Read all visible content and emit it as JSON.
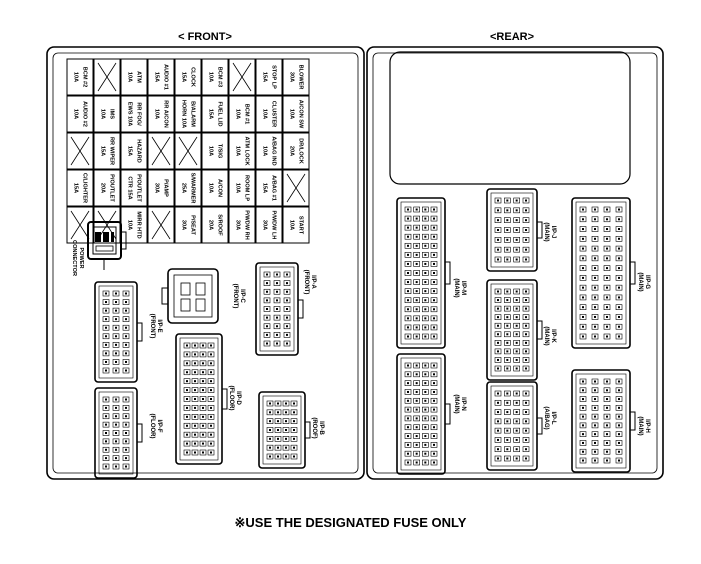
{
  "headers": {
    "front": "< FRONT>",
    "rear": "<REAR>"
  },
  "note": "※USE THE DESIGNATED FUSE ONLY",
  "power_connector": [
    "POWER",
    "CONNECTOR"
  ],
  "fuse_grid": [
    [
      [
        "BLOWER",
        "30A"
      ],
      [
        "STOP LP",
        "15A"
      ],
      null,
      [
        "BCM #3",
        "10A"
      ],
      [
        "CLOCK",
        "15A"
      ],
      [
        "AUDIO #1",
        "15A"
      ],
      [
        "ATM",
        "10A"
      ],
      null,
      [
        "BCM #2",
        "10A"
      ]
    ],
    [
      [
        "A/CON SW",
        "10A"
      ],
      [
        "CLUSTER",
        "10A"
      ],
      [
        "BCM #1",
        "10A"
      ],
      [
        "FUEL LID",
        "15A"
      ],
      [
        "B/ALARM",
        "HORN 10A"
      ],
      [
        "RR A/CON",
        "10A"
      ],
      [
        "RR FOG/",
        "EWS 10A"
      ],
      [
        "IMS",
        "10A"
      ],
      [
        "AUDIO #2",
        "10A"
      ]
    ],
    [
      [
        "DR/LOCK",
        "20A"
      ],
      [
        "A/BAG IND",
        "10A"
      ],
      [
        "ATM LOCK",
        "10A"
      ],
      [
        "T/SIG",
        "10A"
      ],
      null,
      null,
      [
        "HAZARD",
        "15A"
      ],
      [
        "RR WIPER",
        "15A"
      ],
      null
    ],
    [
      null,
      [
        "A/BAG #1",
        "15A"
      ],
      [
        "ROOM LP",
        "10A"
      ],
      [
        "A/CON",
        "10A"
      ],
      [
        "S/WARMER",
        "25A"
      ],
      [
        "P/AMP",
        "30A"
      ],
      [
        "P/OUTLET",
        "CTR 15A"
      ],
      [
        "P/OUTLET",
        "20A"
      ],
      [
        "C/LIGHTER",
        "15A"
      ]
    ],
    [
      [
        "START",
        "10A"
      ],
      [
        "P/WDW LH",
        "30A"
      ],
      [
        "P/WDW RH",
        "30A"
      ],
      [
        "S/ROOF",
        "20A"
      ],
      [
        "P/SEAT",
        "30A"
      ],
      null,
      [
        "MIRR HTD",
        "10A"
      ],
      null,
      null
    ]
  ],
  "connectors": {
    "front": [
      [
        "I/P-A",
        "(FRONT)"
      ],
      [
        "I/P-C",
        "(FRONT)"
      ],
      [
        "I/P-E",
        "(FRONT)"
      ],
      [
        "I/P-F",
        "(FLOOR)"
      ],
      [
        "I/P-D",
        "(FLOOR)"
      ],
      [
        "I/P-B",
        "(ROOF)"
      ]
    ],
    "rear": [
      [
        "I/P-M",
        "(MAIN)"
      ],
      [
        "I/P-J",
        "(MAIN)"
      ],
      [
        "I/P-G",
        "(MAIN)"
      ],
      [
        "I/P-K",
        "(MAIN)"
      ],
      [
        "I/P-N",
        "(MAIN)"
      ],
      [
        "I/P-L",
        "(A/BAG)"
      ],
      [
        "I/P-H",
        "(MAIN)"
      ]
    ]
  },
  "colors": {
    "line": "#000000",
    "background": "#ffffff"
  }
}
